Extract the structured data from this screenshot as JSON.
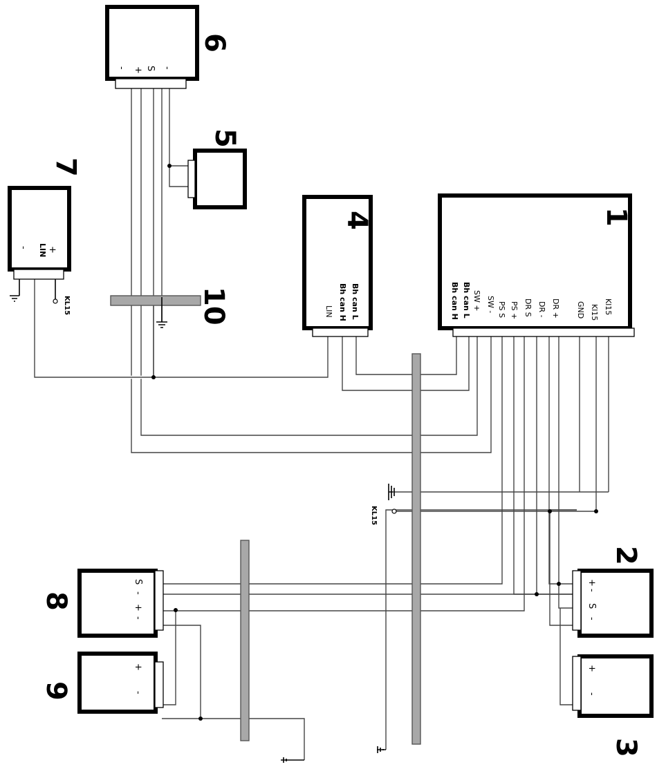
{
  "components": {
    "c1": {
      "number": "1",
      "pins": [
        "Bh can H",
        "Bh can L",
        "SW +",
        "SW -",
        "PS S",
        "PS +",
        "DR S",
        "DR -",
        "DR +",
        "GND",
        "Kl15",
        "Kl15"
      ]
    },
    "c2": {
      "number": "2",
      "pins": [
        "+",
        "-",
        "S",
        "-"
      ]
    },
    "c3": {
      "number": "3",
      "pins": [
        "+",
        "-"
      ]
    },
    "c4": {
      "number": "4",
      "pins": [
        "Bh can L",
        "Bh can H",
        "LIN"
      ]
    },
    "c5": {
      "number": "5"
    },
    "c6": {
      "number": "6",
      "pins": [
        "-",
        "+",
        "S",
        "-"
      ]
    },
    "c7": {
      "number": "7",
      "pins": [
        "+",
        "LIN",
        "-"
      ]
    },
    "c8": {
      "number": "8",
      "pins": [
        "S",
        "-",
        "+",
        "-"
      ]
    },
    "c9": {
      "number": "9",
      "pins": [
        "+",
        "-"
      ]
    },
    "c10": {
      "number": "10"
    }
  },
  "terminals": {
    "kl15_near_7": "KL15",
    "kl15_bus": "KL15"
  }
}
